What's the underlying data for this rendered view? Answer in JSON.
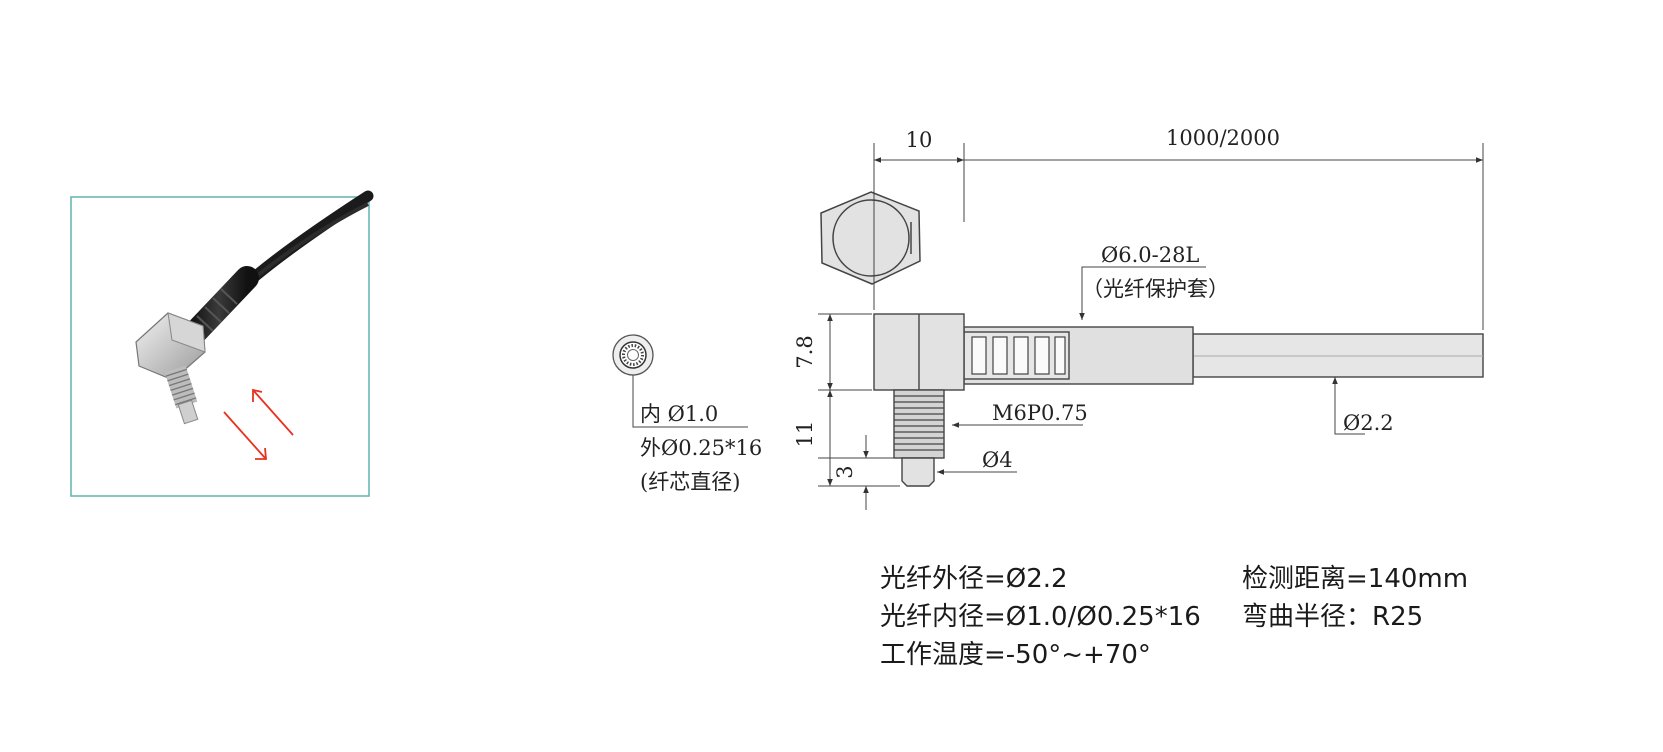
{
  "colors": {
    "frame": "#6ab7b4",
    "arrow": "#e8321e",
    "line": "#444444",
    "part_fill": "#e2e2e2",
    "text": "#1a1a1a"
  },
  "icons": [
    "fiber-sensor-photo",
    "motion-arrow-icon"
  ],
  "drawing": {
    "dims": {
      "head_width": "10",
      "cable_length": "1000/2000",
      "sleeve_dia": "Ø6.0-28L",
      "sleeve_note": "（光纤保护套）",
      "head_height": "7.8",
      "thread_length": "11",
      "tip_length": "3",
      "thread_spec": "M6P0.75",
      "tip_dia": "Ø4",
      "cable_dia": "Ø2.2",
      "core_inner": "内 Ø1.0",
      "core_outer": "外Ø0.25*16",
      "core_note": "(纤芯直径)"
    }
  },
  "specs": {
    "outer_dia": "光纤外径=Ø2.2",
    "inner_dia": "光纤内径=Ø1.0/Ø0.25*16",
    "temperature": "工作温度=-50°~+70°",
    "distance": "检测距离=140mm",
    "bend_radius": "弯曲半径：R25"
  }
}
